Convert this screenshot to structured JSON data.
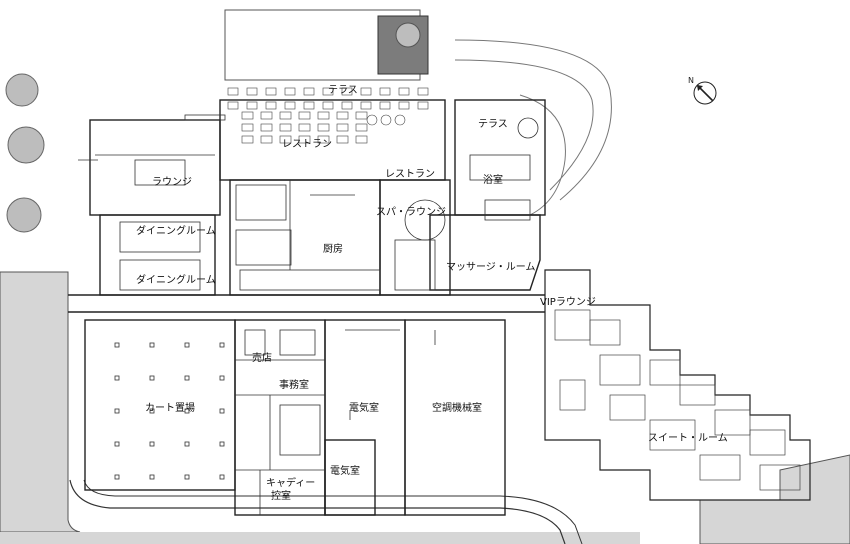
{
  "labels": {
    "terrace_top": "テラス",
    "restaurant": "レストラン",
    "restaurant_2": "レストラン",
    "terrace_right": "テラス",
    "bath": "浴室",
    "lounge": "ラウンジ",
    "spa_lounge": "スパ・ラウンジ",
    "dining_1": "ダイニングルーム",
    "dining_2": "ダイニングルーム",
    "kitchen": "厨房",
    "massage_room": "マッサージ・ルーム",
    "vip_lounge": "VIPラウンジ",
    "cart_storage": "カート置場",
    "shop": "売店",
    "office": "事務室",
    "electrical_room": "電気室",
    "hvac_room": "空調機械室",
    "electrical_room_2": "電気室",
    "caddie": "キャディー",
    "control_room": "控室",
    "suite": "スイート・ルーム"
  },
  "north_arrow_letter": "N",
  "colors": {
    "ground_fill": "#d6d6d6",
    "line": "#222222",
    "plaza_fill": "#7c7c7c",
    "tree_fill": "#bdbdbd"
  }
}
